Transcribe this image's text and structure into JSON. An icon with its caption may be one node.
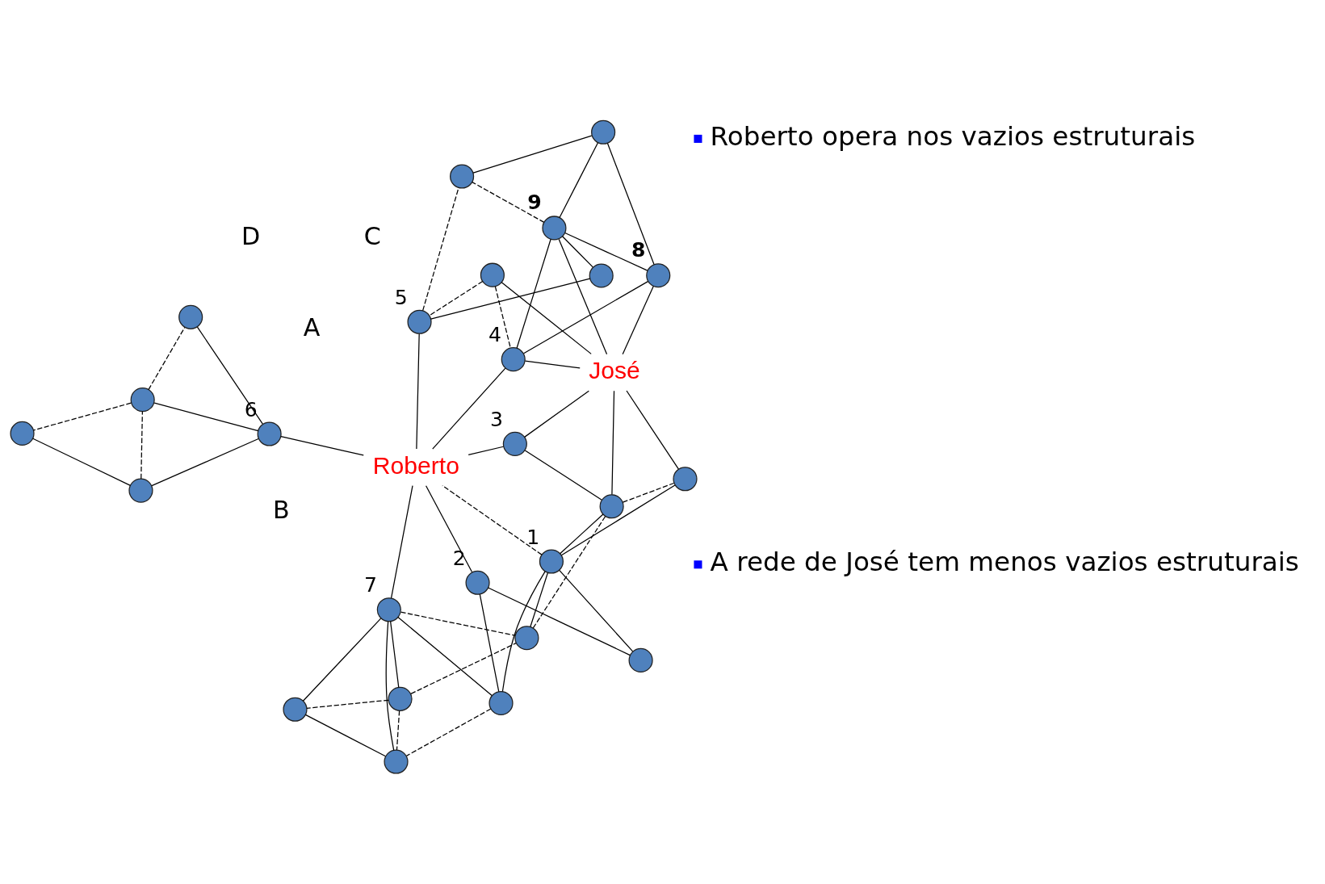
{
  "diagram": {
    "nodes": [
      {
        "text": [],
        "shape": "circle"
      },
      {
        "text": [],
        "shape": "circle"
      },
      {
        "text": [],
        "shape": "circle"
      },
      {
        "text": [],
        "shape": "circle",
        "beside": [
          "1"
        ]
      },
      {
        "text": [],
        "shape": "circle"
      },
      {
        "text": [],
        "shape": "circle"
      },
      {
        "text": [],
        "shape": "circle",
        "beside": [
          "7"
        ]
      },
      {
        "text": [],
        "shape": "circle"
      },
      {
        "text": [],
        "shape": "circle",
        "beside": [
          "2"
        ]
      },
      {
        "text": [],
        "shape": "circle"
      },
      {
        "text": [],
        "shape": "circle",
        "beside": [
          "3"
        ]
      },
      {
        "text": [],
        "shape": "circle"
      },
      {
        "text": [
          "José"
        ]
      },
      {
        "text": [],
        "shape": "circle"
      },
      {
        "text": [
          "Roberto"
        ]
      },
      {
        "text": [],
        "shape": "circle"
      },
      {
        "text": [],
        "shape": "circle",
        "beside": [
          "6"
        ]
      },
      {
        "text": [],
        "shape": "circle"
      },
      {
        "text": [],
        "shape": "circle"
      },
      {
        "text": [],
        "shape": "circle"
      },
      {
        "text": [],
        "shape": "circle",
        "beside": [
          "4"
        ]
      },
      {
        "text": [],
        "shape": "circle",
        "beside": [
          "5"
        ]
      },
      {
        "text": [],
        "shape": "circle",
        "beside": [
          "9"
        ]
      },
      {
        "text": [],
        "shape": "circle",
        "beside": [
          "8"
        ]
      },
      {
        "text": [],
        "shape": "circle"
      },
      {
        "text": [],
        "shape": "circle"
      },
      {
        "text": [],
        "shape": "circle"
      }
    ],
    "edges": [
      {
        "from": 0,
        "to": 1,
        "arrow": "none",
        "style": "dashed"
      },
      {
        "from": 0,
        "to": 5,
        "arrow": "none",
        "style": "dashed"
      },
      {
        "from": 0,
        "to": 7,
        "arrow": "none",
        "style": "dashed"
      },
      {
        "from": 0,
        "to": 6,
        "arrow": "none"
      },
      {
        "from": 2,
        "to": 6,
        "arrow": "none"
      },
      {
        "from": 2,
        "to": 7,
        "arrow": "none",
        "style": "dashed"
      },
      {
        "from": 2,
        "to": 3,
        "arrow": "none"
      },
      {
        "from": 2,
        "to": 8,
        "arrow": "none"
      },
      {
        "from": 5,
        "to": 6,
        "arrow": "none"
      },
      {
        "from": 5,
        "to": 7,
        "arrow": "none"
      },
      {
        "from": 7,
        "to": 6,
        "arrow": "none"
      },
      {
        "from": 6,
        "to": 1,
        "arrow": "none",
        "style": "dashed"
      },
      {
        "from": 6,
        "to": 14,
        "arrow": "none"
      },
      {
        "from": 1,
        "to": 3,
        "arrow": "none"
      },
      {
        "from": 1,
        "to": 9,
        "arrow": "none",
        "style": "dashed"
      },
      {
        "from": 3,
        "to": 4,
        "arrow": "none"
      },
      {
        "from": 3,
        "to": 14,
        "arrow": "none",
        "style": "dashed"
      },
      {
        "from": 3,
        "to": 13,
        "arrow": "none"
      },
      {
        "from": 3,
        "to": 9,
        "arrow": "none"
      },
      {
        "from": 4,
        "to": 8,
        "arrow": "none"
      },
      {
        "from": 8,
        "to": 14,
        "arrow": "none"
      },
      {
        "from": 9,
        "to": 10,
        "arrow": "none"
      },
      {
        "from": 9,
        "to": 13,
        "arrow": "none",
        "style": "dashed"
      },
      {
        "from": 9,
        "to": 12,
        "arrow": "none"
      },
      {
        "from": 11,
        "to": 12,
        "arrow": "none"
      },
      {
        "from": 10,
        "to": 12,
        "arrow": "none"
      },
      {
        "from": 14,
        "to": 10,
        "arrow": "none"
      },
      {
        "from": 13,
        "to": 12,
        "arrow": "none"
      },
      {
        "from": 11,
        "to": 21,
        "arrow": "none",
        "style": "dashed"
      },
      {
        "from": 11,
        "to": 20,
        "arrow": "none",
        "style": "dashed"
      },
      {
        "from": 12,
        "to": 20,
        "arrow": "none"
      },
      {
        "from": 12,
        "to": 22,
        "arrow": "none"
      },
      {
        "from": 12,
        "to": 23,
        "arrow": "none"
      },
      {
        "from": 14,
        "to": 20,
        "arrow": "none"
      },
      {
        "from": 14,
        "to": 21,
        "arrow": "none"
      },
      {
        "from": 14,
        "to": 16,
        "arrow": "none"
      },
      {
        "from": 15,
        "to": 16,
        "arrow": "none"
      },
      {
        "from": 15,
        "to": 18,
        "arrow": "none",
        "style": "dashed"
      },
      {
        "from": 15,
        "to": 19,
        "arrow": "none"
      },
      {
        "from": 18,
        "to": 16,
        "arrow": "none"
      },
      {
        "from": 16,
        "to": 17,
        "arrow": "none"
      },
      {
        "from": 18,
        "to": 17,
        "arrow": "none",
        "style": "dashed"
      },
      {
        "from": 18,
        "to": 19,
        "arrow": "none",
        "style": "dashed"
      },
      {
        "from": 20,
        "to": 22,
        "arrow": "none"
      },
      {
        "from": 20,
        "to": 23,
        "arrow": "none"
      },
      {
        "from": 22,
        "to": 23,
        "arrow": "none"
      },
      {
        "from": 21,
        "to": 25,
        "arrow": "none",
        "style": "dashed"
      },
      {
        "from": 22,
        "to": 25,
        "arrow": "none",
        "style": "dashed"
      },
      {
        "from": 21,
        "to": 26,
        "arrow": "none"
      },
      {
        "from": 22,
        "to": 24,
        "arrow": "none"
      },
      {
        "from": 22,
        "to": 26,
        "arrow": "none"
      },
      {
        "from": 23,
        "to": 24,
        "arrow": "none"
      },
      {
        "from": 24,
        "to": 25,
        "arrow": "none"
      }
    ],
    "labels": [
      "A",
      "B",
      "C",
      "D",
      "Roberto opera nos vazios estruturais",
      "A rede de José tem menos vazios estruturais"
    ]
  }
}
